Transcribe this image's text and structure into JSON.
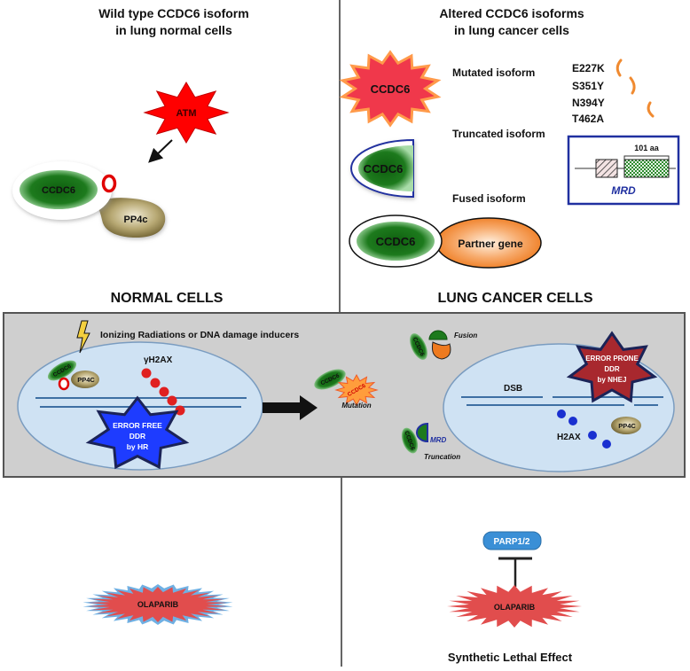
{
  "headers": {
    "normal": [
      "Wild type CCDC6 isoform",
      "in lung normal cells"
    ],
    "cancer": [
      "Altered CCDC6 isoforms",
      "in lung cancer cells"
    ]
  },
  "wild_type": {
    "kinase": "ATM",
    "protein": "CCDC6",
    "phosphatase": "PP4c"
  },
  "altered": {
    "mutated": {
      "label": "Mutated isoform",
      "protein": "CCDC6",
      "mutations": [
        "E227K",
        "S351Y",
        "N394Y",
        "T462A"
      ]
    },
    "truncated": {
      "label": "Truncated isoform",
      "protein": "CCDC6",
      "domain_length": "101 aa",
      "domain": "MRD"
    },
    "fused": {
      "label": "Fused isoform",
      "protein": "CCDC6",
      "partner": "Partner gene"
    }
  },
  "sections": {
    "normal": "NORMAL CELLS",
    "cancer": "LUNG CANCER CELLS"
  },
  "ddr": {
    "inducer": "Ionizing Radiations or DNA damage inducers",
    "normal_cell": {
      "protein": "CCDC6",
      "phosphatase": "PP4C",
      "marker": "γH2AX",
      "repair": [
        "ERROR FREE",
        "DDR",
        "by HR"
      ]
    },
    "alterations": {
      "mutation": {
        "protein": "CCDC6",
        "mutant": "CCDC6",
        "label": "Mutation"
      },
      "fusion": {
        "protein": "CCDC6",
        "label": "Fusion"
      },
      "truncation": {
        "protein": "CCDC6",
        "domain": "MRD",
        "label": "Truncation"
      }
    },
    "cancer_cell": {
      "repair": [
        "ERROR PRONE",
        "DDR",
        "by NHEJ"
      ],
      "lesion": "DSB",
      "marker": "H2AX",
      "phosphatase": "PP4C"
    }
  },
  "therapy": {
    "normal": {
      "drug": "OLAPARIB"
    },
    "cancer": {
      "target": "PARP1/2",
      "drug": "OLAPARIB",
      "outcome": "Synthetic Lethal Effect"
    }
  },
  "colors": {
    "atm_red": "#ff0000",
    "ccdc6_green": "#1d7a1d",
    "pp4c_olive": "#6b5d2d",
    "mutant_red": "#f0384b",
    "mutant_border_orange": "#ff9a4a",
    "partner_orange": "#ee7a1e",
    "mrd_blue": "#2030a0",
    "cell_blue": "#cfe2f3",
    "panel_gray": "#cfcfcf",
    "error_free_blue": "#1e3cff",
    "error_prone_red": "#a8282e",
    "gamma_h2ax_red": "#e02020",
    "h2ax_blue": "#1a30d0",
    "parp_blue": "#3a8fd6",
    "olaparib_red": "#e14d4d",
    "olaparib_halo_blue": "#6fb0e3"
  }
}
